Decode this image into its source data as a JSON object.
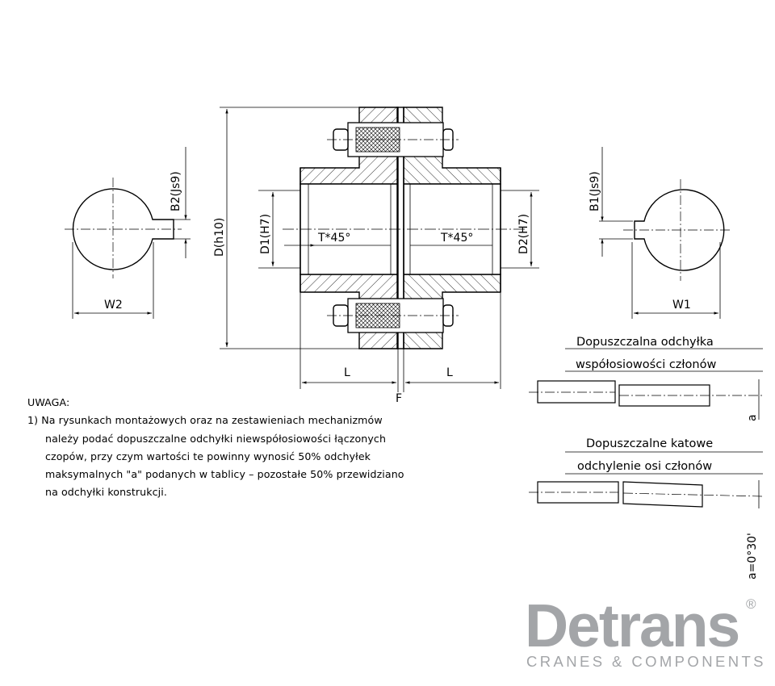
{
  "labels": {
    "w2": "W2",
    "b2": "B2(Js9)",
    "d": "D(h10)",
    "d1": "D1(H7)",
    "d2": "D2(H7)",
    "t_left": "T*45°",
    "t_right": "T*45°",
    "l_left": "L",
    "l_right": "L",
    "f": "F",
    "b1": "B1(Js9)",
    "w1": "W1",
    "a_small": "a",
    "a_angle": "a=0°30'"
  },
  "panels": {
    "parallel_title_1": "Dopuszczalna odchyłka",
    "parallel_title_2": "współosiowości członów",
    "angular_title_1": "Dopuszczalne katowe",
    "angular_title_2": "odchylenie osi członów"
  },
  "note": {
    "heading": "UWAGA:",
    "line1": "1) Na rysunkach montażowych oraz na zestawieniach mechanizmów",
    "line2": "należy podać dopuszczalne odchyłki niewspółosiowości łączonych",
    "line3": "czopów, przy czym wartości te powinny wynosić 50% odchyłek",
    "line4": "maksymalnych \"a\" podanych w tablicy – pozostałe 50% przewidziano",
    "line5": "na odchyłki konstrukcji."
  },
  "logo": {
    "name": "Detrans",
    "registered": "®",
    "tagline": "CRANES & COMPONENTS",
    "color": "#a3a5a8"
  }
}
